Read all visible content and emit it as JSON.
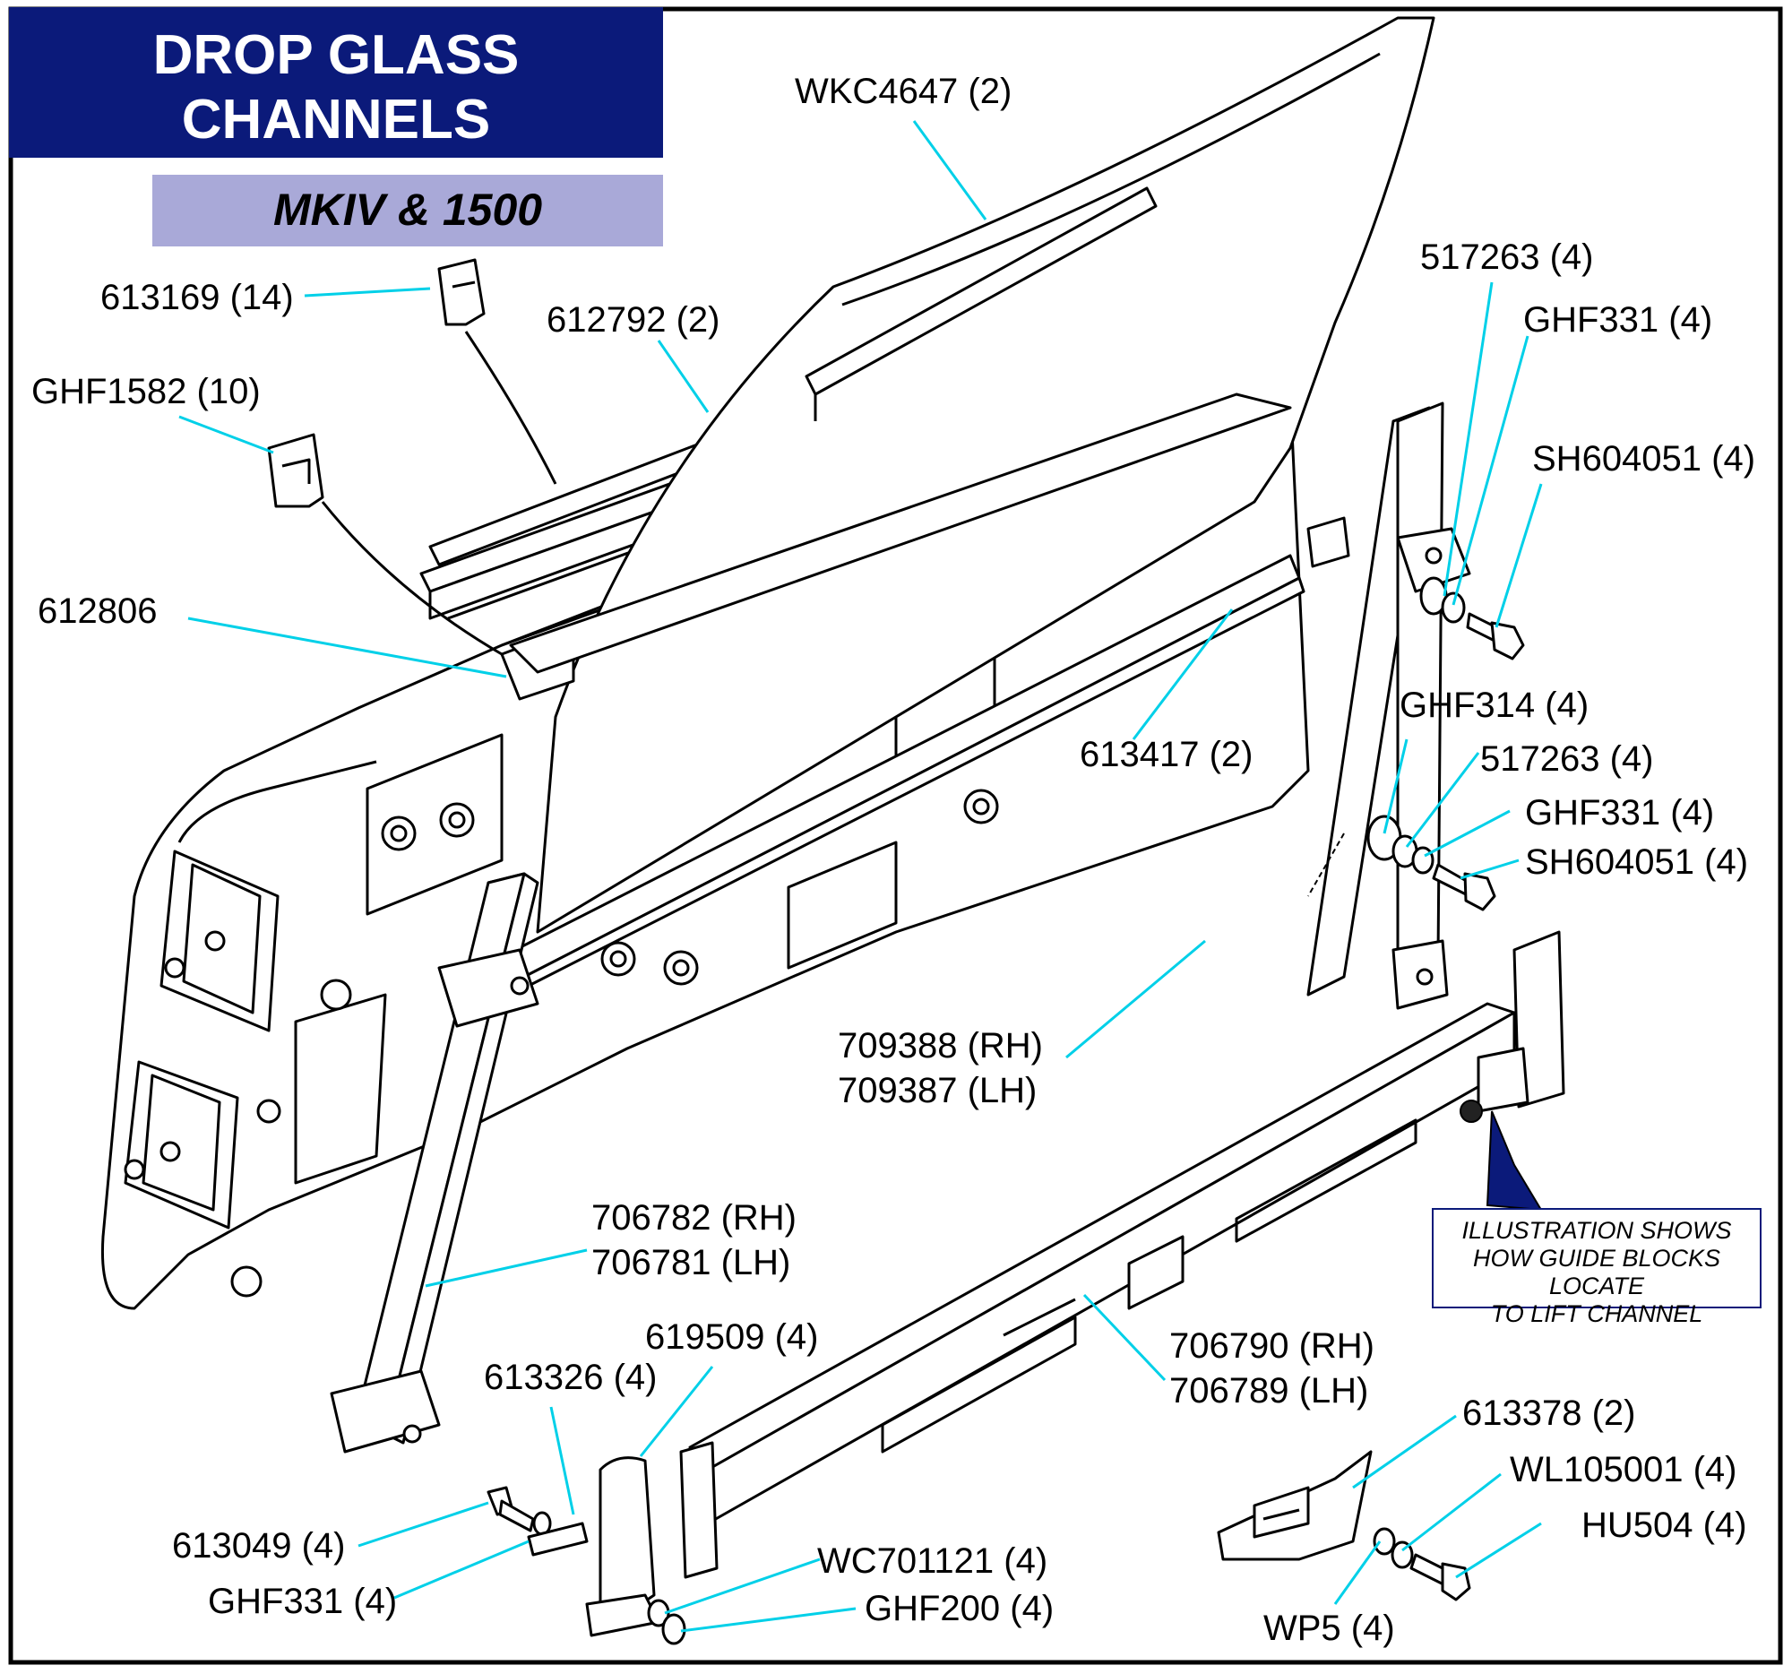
{
  "title": "DROP GLASS CHANNELS\n& SEALS",
  "subtitle": "MKIV & 1500",
  "note": "ILLUSTRATION SHOWS\nHOW GUIDE BLOCKS LOCATE\nTO LIFT CHANNEL",
  "colors": {
    "title_bg": "#0b1a7a",
    "subtitle_bg": "#a9a9d8",
    "leader": "#00d0e8",
    "border": "#000000"
  },
  "labels": {
    "wkc4647": "WKC4647 (2)",
    "p613169": "613169 (14)",
    "p612792": "612792 (2)",
    "ghf1582": "GHF1582 (10)",
    "p612806": "612806",
    "p517263_a": "517263 (4)",
    "ghf331_a": "GHF331 (4)",
    "sh604051_a": "SH604051 (4)",
    "ghf314": "GHF314 (4)",
    "p517263_b": "517263 (4)",
    "ghf331_b": "GHF331 (4)",
    "sh604051_b": "SH604051 (4)",
    "p613417": "613417 (2)",
    "p709388": "709388 (RH)",
    "p709387": "709387 (LH)",
    "p706782": "706782 (RH)",
    "p706781": "706781 (LH)",
    "p619509": "619509 (4)",
    "p613326": "613326 (4)",
    "p706790": "706790 (RH)",
    "p706789": "706789 (LH)",
    "p613378": "613378 (2)",
    "wl105001": "WL105001 (4)",
    "hu504": "HU504 (4)",
    "p613049": "613049 (4)",
    "ghf331_c": "GHF331 (4)",
    "wc701121": "WC701121 (4)",
    "ghf200": "GHF200 (4)",
    "wp5": "WP5 (4)"
  }
}
